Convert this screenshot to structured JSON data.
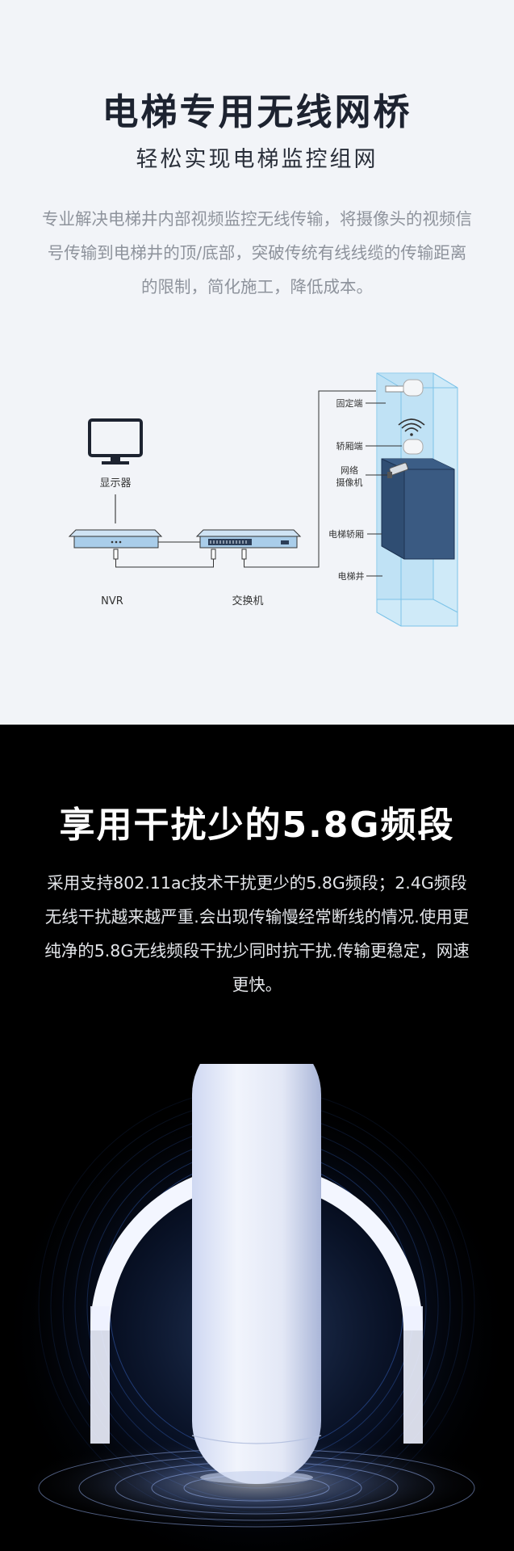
{
  "section1": {
    "title": "电梯专用无线网桥",
    "subtitle": "轻松实现电梯监控组网",
    "description": "专业解决电梯井内部视频监控无线传输，将摄像头的视频信号传输到电梯井的顶/底部，突破传统有线线缆的传输距离的限制，简化施工，降低成本。",
    "diagram": {
      "monitor_label": "显示器",
      "nvr_label": "NVR",
      "switch_label": "交换机",
      "fixed_end_label": "固定端",
      "car_end_label": "轿厢端",
      "camera_label_line1": "网络",
      "camera_label_line2": "摄像机",
      "car_label": "电梯轿厢",
      "shaft_label": "电梯井"
    }
  },
  "section2": {
    "title": "享用干扰少的5.8G频段",
    "description": "采用支持802.11ac技术干扰更少的5.8G频段；2.4G频段无线干扰越来越严重.会出现传输慢经常断线的情况.使用更纯净的5.8G无线频段干扰少同时抗干扰.传输更稳定，网速更快。"
  },
  "colors": {
    "light_bg": "#f2f4f8",
    "title_dark": "#1d2330",
    "desc_gray": "#8e939c",
    "device_blue": "#a9cdea",
    "shaft_blue": "#b5dcf3",
    "car_navy": "#2f4d72",
    "dark_bg": "#000000",
    "ring_blue": "#3d6fd6"
  }
}
